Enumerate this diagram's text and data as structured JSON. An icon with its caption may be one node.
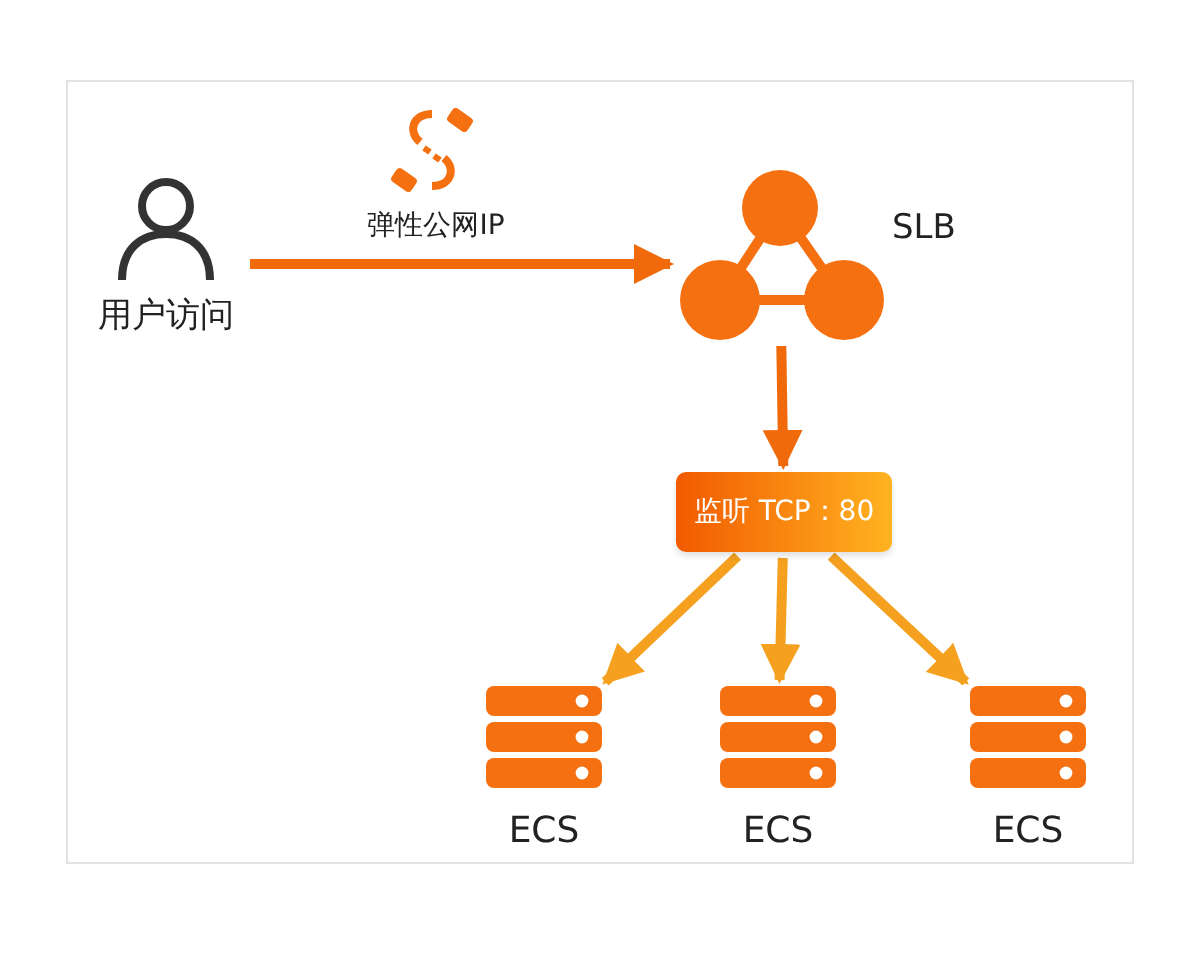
{
  "diagram": {
    "nodes": [
      {
        "text": [
          "用户访问"
        ]
      },
      {
        "text": [
          "SLB"
        ]
      },
      {
        "text": [
          "监听 TCP：80"
        ]
      },
      {
        "text": [
          "ECS"
        ]
      },
      {
        "text": [
          "ECS"
        ]
      },
      {
        "text": [
          "ECS"
        ]
      }
    ],
    "edges": [
      {
        "from": 0,
        "to": 1,
        "arrow": "to",
        "label": "弹性公网IP",
        "color": "#f06a0c"
      },
      {
        "from": 1,
        "to": 2,
        "arrow": "to",
        "color": "#f06a0c"
      },
      {
        "from": 2,
        "to": 3,
        "arrow": "to"
      },
      {
        "from": 2,
        "to": 4,
        "arrow": "to"
      },
      {
        "from": 2,
        "to": 5,
        "arrow": "to"
      }
    ]
  }
}
